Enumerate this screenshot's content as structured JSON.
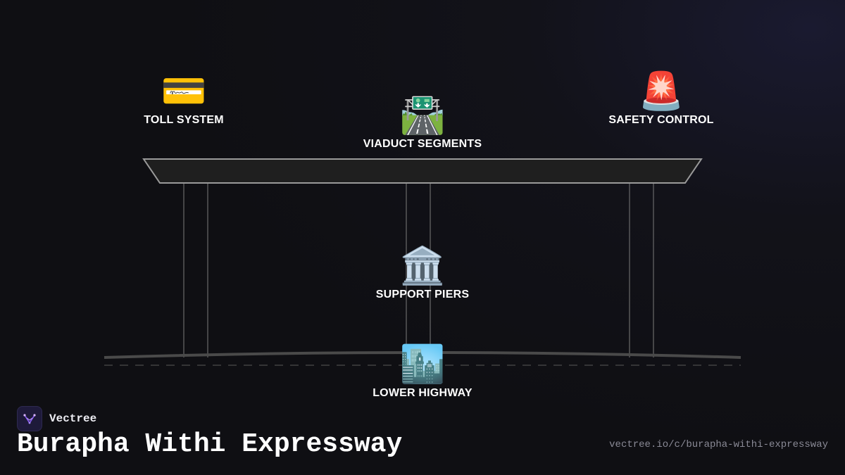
{
  "diagram": {
    "nodes": {
      "toll": {
        "label": "TOLL SYSTEM",
        "icon": "💳",
        "icon_name": "credit-card-icon"
      },
      "viaduct": {
        "label": "VIADUCT SEGMENTS",
        "icon": "🛣️",
        "icon_name": "motorway-icon"
      },
      "safety": {
        "label": "SAFETY CONTROL",
        "icon": "🚨",
        "icon_name": "siren-light-icon"
      },
      "piers": {
        "label": "SUPPORT PIERS",
        "icon": "🏛️",
        "icon_name": "classical-building-icon"
      },
      "lower": {
        "label": "LOWER HIGHWAY",
        "icon": "🏙️",
        "icon_name": "cityscape-icon"
      }
    }
  },
  "footer": {
    "brand": "Vectree",
    "title": "Burapha Withi Expressway",
    "url": "vectree.io/c/burapha-withi-expressway"
  },
  "colors": {
    "background": "#0f0f13",
    "deck_fill": "#1f1f1f",
    "deck_stroke": "#9a9a9a",
    "pier_line": "#6a6a6a",
    "ground": "#4a4a4a",
    "text": "#ffffff",
    "url_text": "#8a8a96",
    "brand_accent": "#8b5cf6"
  }
}
